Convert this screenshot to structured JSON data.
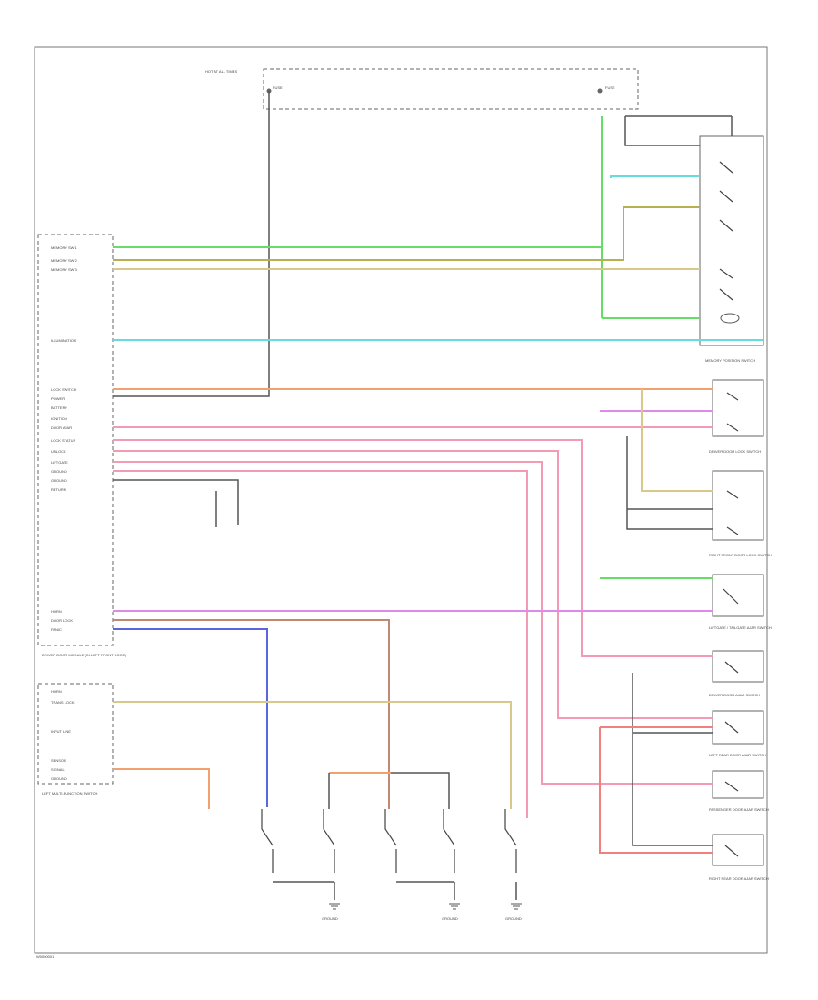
{
  "page": {
    "footer_code": "W0000001",
    "left_components": [
      "DRIVER DOOR MODULE (IN LEFT FRONT DOOR)",
      "LEFT MULTI-FUNCTION SWITCH"
    ],
    "right_components": [
      "MEMORY POSITION SWITCH",
      "DRIVER DOOR LOCK SWITCH",
      "RIGHT FRONT DOOR LOCK SWITCH",
      "LIFTGATE / TAILGATE AJAR SWITCH",
      "DRIVER DOOR AJAR SWITCH",
      "LEFT REAR DOOR AJAR SWITCH",
      "PASSENGER DOOR AJAR SWITCH",
      "RIGHT REAR DOOR AJAR SWITCH"
    ],
    "bottom_components": [
      "GROUND",
      "GROUND",
      "GROUND"
    ],
    "pin_labels": [
      "MEMORY SW 1",
      "MEMORY SW 2",
      "MEMORY SW 3",
      "ILLUMINATION",
      "LOCK SWITCH",
      "POWER",
      "BATTERY",
      "IGNITION",
      "DOOR AJAR",
      "LOCK STATUS",
      "UNLOCK",
      "LIFTGATE",
      "GROUND",
      "GROUND",
      "RETURN",
      "HORN",
      "DOOR LOCK",
      "PANIC",
      "HORN",
      "TRANS LOCK",
      "INPUT LINE",
      "SENSOR",
      "SIGNAL",
      "GROUND"
    ]
  },
  "colors": {
    "green": "#66dd66",
    "cyan": "#66dddd",
    "olive": "#b6b050",
    "tan": "#d8c88a",
    "orange": "#f2a070",
    "pink": "#f39ab4",
    "violet": "#de8ae8",
    "brown": "#c08a72",
    "blue": "#5a66e0",
    "dark": "#555555"
  }
}
